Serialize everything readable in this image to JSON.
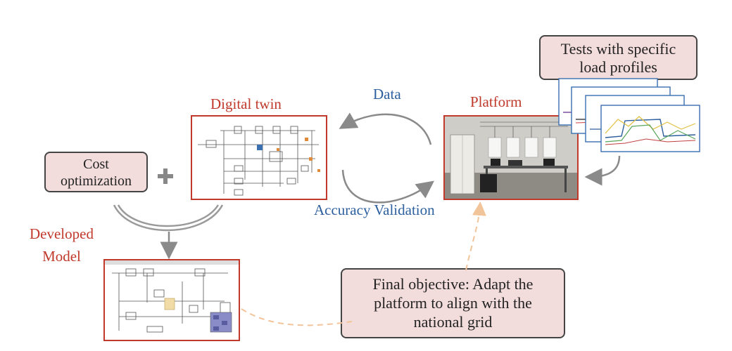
{
  "labels": {
    "digital_twin": "Digital twin",
    "platform": "Platform",
    "data": "Data",
    "accuracy_validation": "Accuracy Validation",
    "developed_model": "Developed\nModel",
    "tests": "Tests with specific\nload profiles",
    "cost": "Cost\noptimization",
    "objective": "Final objective: Adapt the\nplatform to align with the\nnational grid"
  },
  "colors": {
    "red": "#c0392b",
    "blue": "#2c5f9e",
    "pink_box": "#f3dcdc",
    "gray_arrow": "#8a8a8a",
    "dashed_arrow": "#f2c49a"
  }
}
